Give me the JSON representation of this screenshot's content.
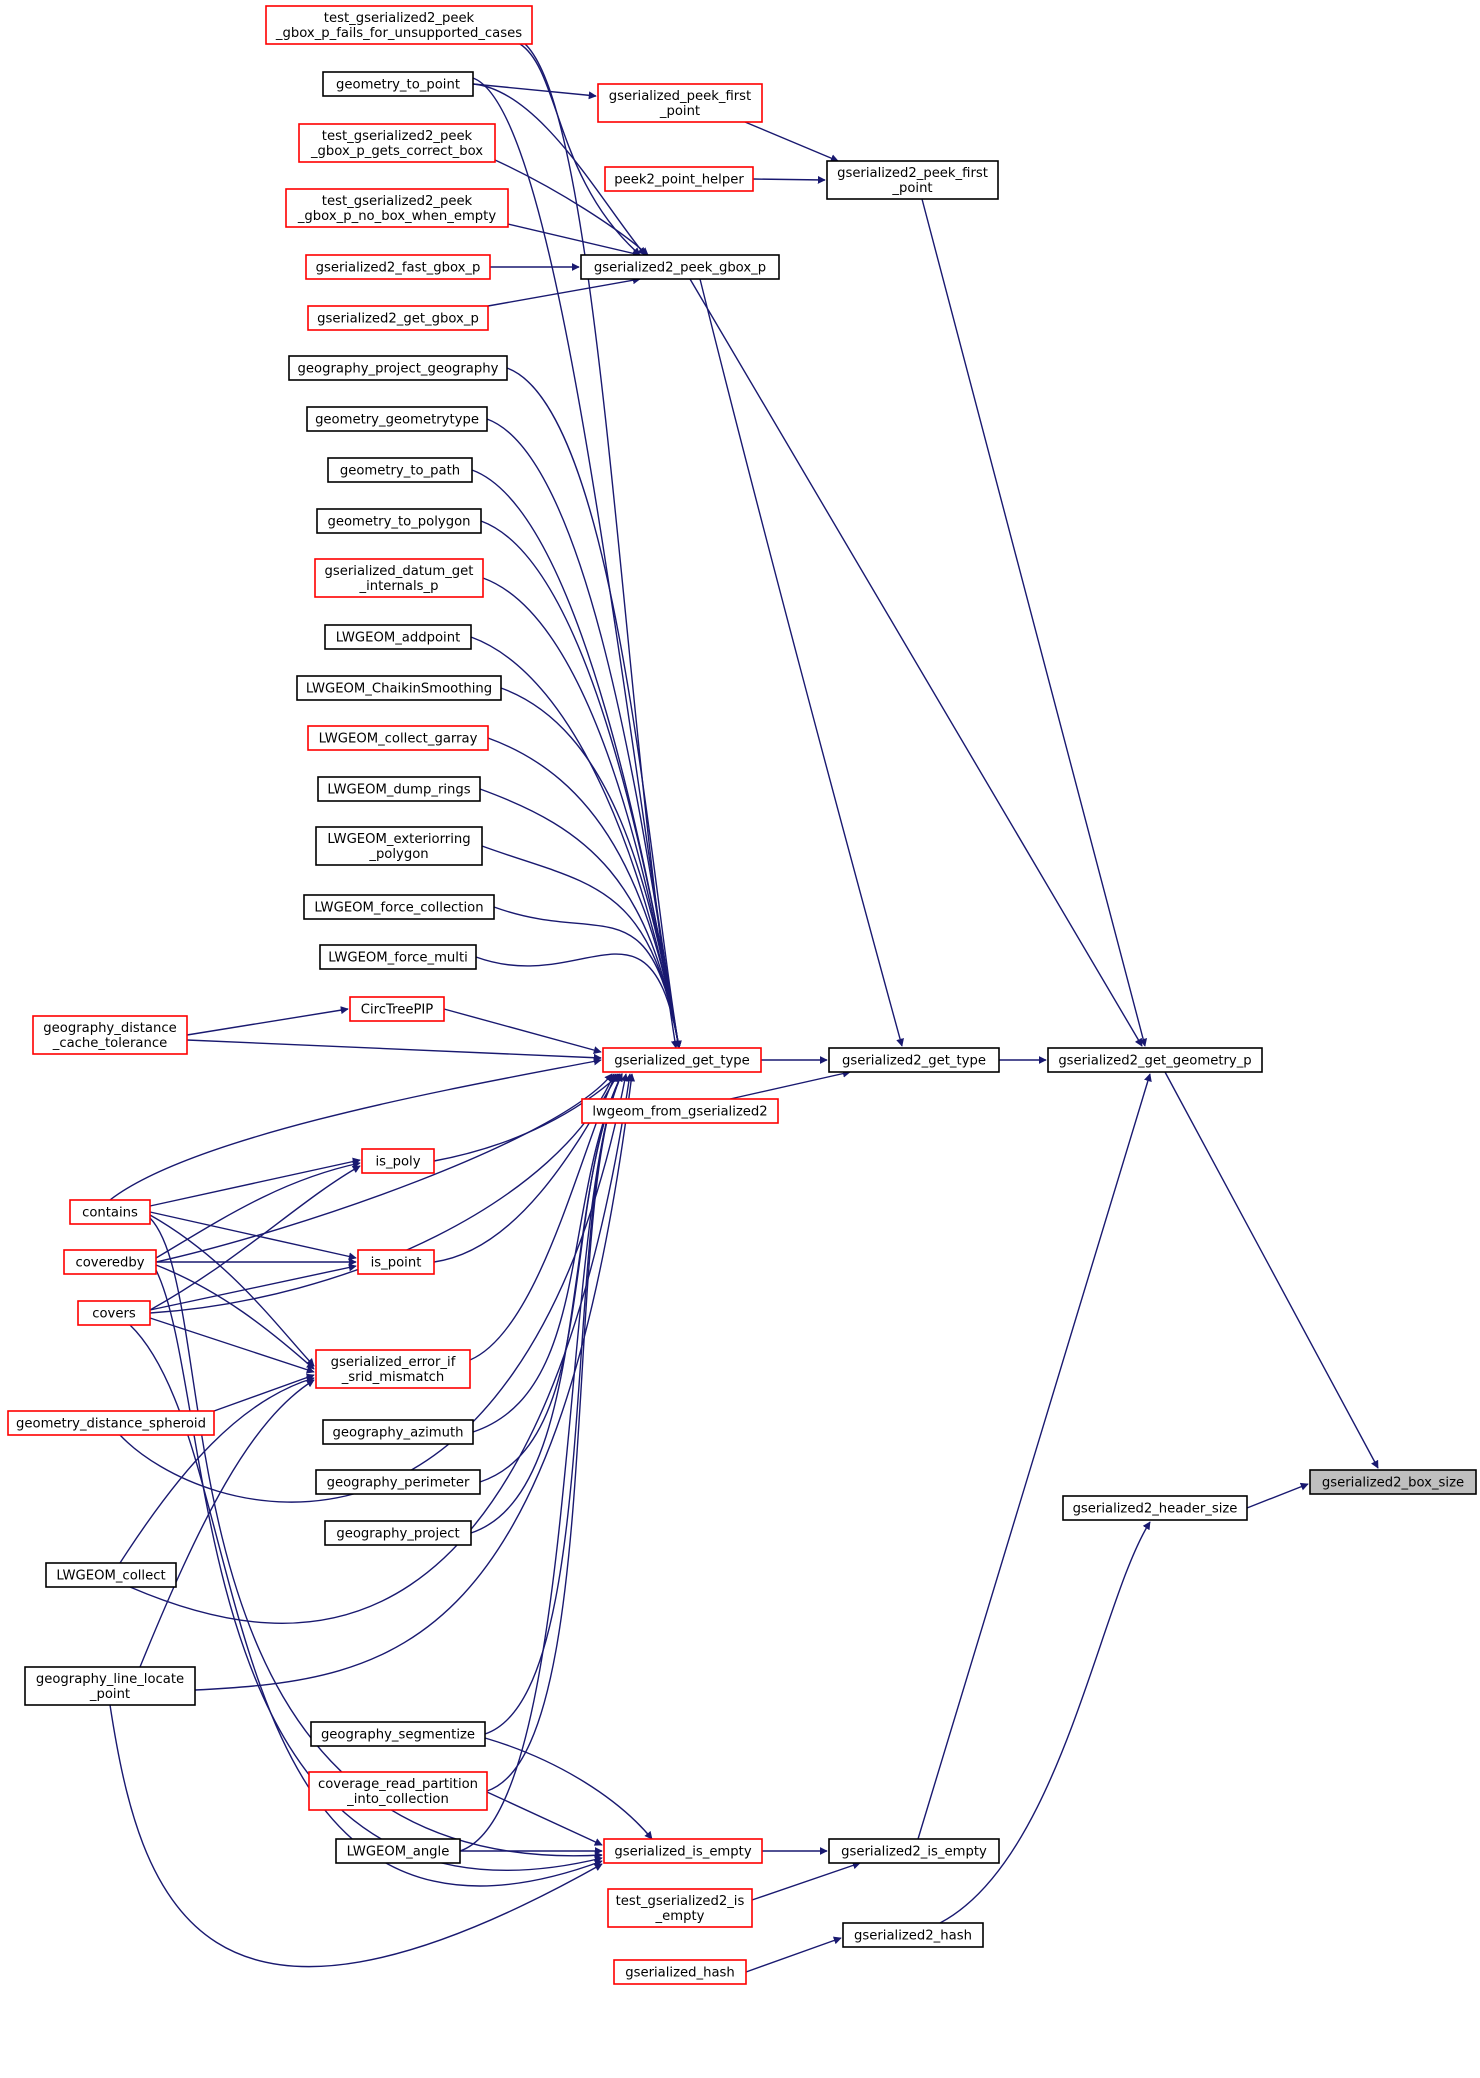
{
  "graph": {
    "nodes": [
      {
        "id": "test_gserialized2_peek_gbox_p_fails_for_unsupported_cases",
        "lines": [
          "test_gserialized2_peek",
          "_gbox_p_fails_for_unsupported_cases"
        ],
        "border": "red"
      },
      {
        "id": "geometry_to_point",
        "lines": [
          "geometry_to_point"
        ],
        "border": "black"
      },
      {
        "id": "gserialized_peek_first_point",
        "lines": [
          "gserialized_peek_first",
          "_point"
        ],
        "border": "red"
      },
      {
        "id": "test_gserialized2_peek_gbox_p_gets_correct_box",
        "lines": [
          "test_gserialized2_peek",
          "_gbox_p_gets_correct_box"
        ],
        "border": "red"
      },
      {
        "id": "peek2_point_helper",
        "lines": [
          "peek2_point_helper"
        ],
        "border": "red"
      },
      {
        "id": "gserialized2_peek_first_point",
        "lines": [
          "gserialized2_peek_first",
          "_point"
        ],
        "border": "black"
      },
      {
        "id": "test_gserialized2_peek_gbox_p_no_box_when_empty",
        "lines": [
          "test_gserialized2_peek",
          "_gbox_p_no_box_when_empty"
        ],
        "border": "red"
      },
      {
        "id": "gserialized2_fast_gbox_p",
        "lines": [
          "gserialized2_fast_gbox_p"
        ],
        "border": "red"
      },
      {
        "id": "gserialized2_peek_gbox_p",
        "lines": [
          "gserialized2_peek_gbox_p"
        ],
        "border": "black"
      },
      {
        "id": "gserialized2_get_gbox_p",
        "lines": [
          "gserialized2_get_gbox_p"
        ],
        "border": "red"
      },
      {
        "id": "geography_project_geography",
        "lines": [
          "geography_project_geography"
        ],
        "border": "black"
      },
      {
        "id": "geometry_geometrytype",
        "lines": [
          "geometry_geometrytype"
        ],
        "border": "black"
      },
      {
        "id": "geometry_to_path",
        "lines": [
          "geometry_to_path"
        ],
        "border": "black"
      },
      {
        "id": "geometry_to_polygon",
        "lines": [
          "geometry_to_polygon"
        ],
        "border": "black"
      },
      {
        "id": "gserialized_datum_get_internals_p",
        "lines": [
          "gserialized_datum_get",
          "_internals_p"
        ],
        "border": "red"
      },
      {
        "id": "LWGEOM_addpoint",
        "lines": [
          "LWGEOM_addpoint"
        ],
        "border": "black"
      },
      {
        "id": "LWGEOM_ChaikinSmoothing",
        "lines": [
          "LWGEOM_ChaikinSmoothing"
        ],
        "border": "black"
      },
      {
        "id": "LWGEOM_collect_garray",
        "lines": [
          "LWGEOM_collect_garray"
        ],
        "border": "red"
      },
      {
        "id": "LWGEOM_dump_rings",
        "lines": [
          "LWGEOM_dump_rings"
        ],
        "border": "black"
      },
      {
        "id": "LWGEOM_exteriorring_polygon",
        "lines": [
          "LWGEOM_exteriorring",
          "_polygon"
        ],
        "border": "black"
      },
      {
        "id": "LWGEOM_force_collection",
        "lines": [
          "LWGEOM_force_collection"
        ],
        "border": "black"
      },
      {
        "id": "LWGEOM_force_multi",
        "lines": [
          "LWGEOM_force_multi"
        ],
        "border": "black"
      },
      {
        "id": "CircTreePIP",
        "lines": [
          "CircTreePIP"
        ],
        "border": "red"
      },
      {
        "id": "geography_distance_cache_tolerance",
        "lines": [
          "geography_distance",
          "_cache_tolerance"
        ],
        "border": "red"
      },
      {
        "id": "gserialized_get_type",
        "lines": [
          "gserialized_get_type"
        ],
        "border": "red"
      },
      {
        "id": "gserialized2_get_type",
        "lines": [
          "gserialized2_get_type"
        ],
        "border": "black"
      },
      {
        "id": "gserialized2_get_geometry_p",
        "lines": [
          "gserialized2_get_geometry_p"
        ],
        "border": "black"
      },
      {
        "id": "lwgeom_from_gserialized2",
        "lines": [
          "lwgeom_from_gserialized2"
        ],
        "border": "red"
      },
      {
        "id": "is_poly",
        "lines": [
          "is_poly"
        ],
        "border": "red"
      },
      {
        "id": "contains",
        "lines": [
          "contains"
        ],
        "border": "red"
      },
      {
        "id": "coveredby",
        "lines": [
          "coveredby"
        ],
        "border": "red"
      },
      {
        "id": "is_point",
        "lines": [
          "is_point"
        ],
        "border": "red"
      },
      {
        "id": "covers",
        "lines": [
          "covers"
        ],
        "border": "red"
      },
      {
        "id": "gserialized_error_if_srid_mismatch",
        "lines": [
          "gserialized_error_if",
          "_srid_mismatch"
        ],
        "border": "red"
      },
      {
        "id": "geometry_distance_spheroid",
        "lines": [
          "geometry_distance_spheroid"
        ],
        "border": "red"
      },
      {
        "id": "geography_azimuth",
        "lines": [
          "geography_azimuth"
        ],
        "border": "black"
      },
      {
        "id": "geography_perimeter",
        "lines": [
          "geography_perimeter"
        ],
        "border": "black"
      },
      {
        "id": "gserialized2_box_size",
        "lines": [
          "gserialized2_box_size"
        ],
        "border": "focus"
      },
      {
        "id": "gserialized2_header_size",
        "lines": [
          "gserialized2_header_size"
        ],
        "border": "black"
      },
      {
        "id": "geography_project",
        "lines": [
          "geography_project"
        ],
        "border": "black"
      },
      {
        "id": "LWGEOM_collect",
        "lines": [
          "LWGEOM_collect"
        ],
        "border": "black"
      },
      {
        "id": "geography_line_locate_point",
        "lines": [
          "geography_line_locate",
          "_point"
        ],
        "border": "black"
      },
      {
        "id": "geography_segmentize",
        "lines": [
          "geography_segmentize"
        ],
        "border": "black"
      },
      {
        "id": "coverage_read_partition_into_collection",
        "lines": [
          "coverage_read_partition",
          "_into_collection"
        ],
        "border": "red"
      },
      {
        "id": "LWGEOM_angle",
        "lines": [
          "LWGEOM_angle"
        ],
        "border": "black"
      },
      {
        "id": "gserialized_is_empty",
        "lines": [
          "gserialized_is_empty"
        ],
        "border": "red"
      },
      {
        "id": "gserialized2_is_empty",
        "lines": [
          "gserialized2_is_empty"
        ],
        "border": "black"
      },
      {
        "id": "test_gserialized2_is_empty",
        "lines": [
          "test_gserialized2_is",
          "_empty"
        ],
        "border": "red"
      },
      {
        "id": "gserialized2_hash",
        "lines": [
          "gserialized2_hash"
        ],
        "border": "black"
      },
      {
        "id": "gserialized_hash",
        "lines": [
          "gserialized_hash"
        ],
        "border": "red"
      }
    ]
  }
}
